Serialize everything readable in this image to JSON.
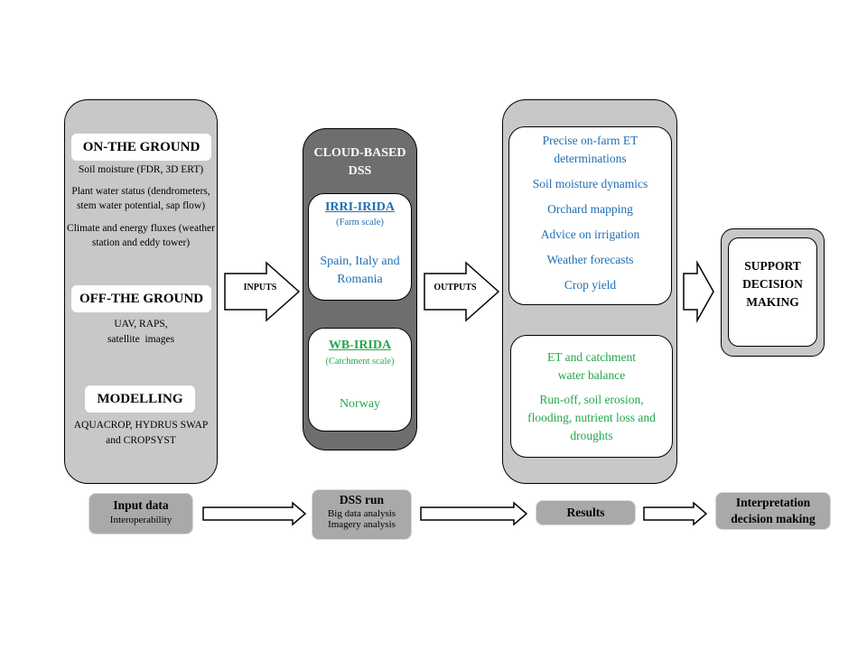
{
  "left_panel": {
    "on_ground": {
      "heading": "ON-THE GROUND",
      "items": [
        "Soil moisture (FDR, 3D ERT)",
        "Plant water status (dendrometers, stem water potential, sap flow)",
        "Climate and energy fluxes (weather station and eddy tower)"
      ]
    },
    "off_ground": {
      "heading": "OFF-THE GROUND",
      "items": [
        "UAV, RAPS,",
        "satellite  images"
      ]
    },
    "modelling": {
      "heading": "MODELLING",
      "items": [
        "AQUACROP, HYDRUS SWAP",
        "and CROPSYST"
      ]
    }
  },
  "arrows": {
    "inputs": "INPUTS",
    "outputs": "OUTPUTS"
  },
  "dss_panel": {
    "title_line1": "CLOUD-BASED",
    "title_line2": "DSS",
    "irri": {
      "name": "IRRI-IRIDA",
      "scale": "(Farm scale)",
      "regions_line1": "Spain, Italy and",
      "regions_line2": "Romania"
    },
    "wb": {
      "name": "WB-IRIDA",
      "scale": "(Catchment scale)",
      "regions": "Norway"
    }
  },
  "results_panel": {
    "top_items": [
      "Precise on-farm ET",
      "determinations",
      "Soil moisture dynamics",
      "Orchard mapping",
      "Advice on irrigation",
      "Weather forecasts",
      "Crop yield"
    ],
    "bottom_items": [
      "ET and catchment",
      "water balance",
      "Run-off, soil erosion,",
      "flooding, nutrient loss and",
      "droughts"
    ]
  },
  "support": {
    "line1": "SUPPORT",
    "line2": "DECISION",
    "line3": "MAKING"
  },
  "bottom_flow": {
    "input": {
      "title": "Input data",
      "sub": "Interoperability"
    },
    "dss": {
      "title": "DSS run",
      "sub1": "Big data analysis",
      "sub2": "Imagery analysis"
    },
    "results": {
      "title": "Results"
    },
    "interp": {
      "line1": "Interpretation",
      "line2": "decision making"
    }
  },
  "colors": {
    "blue_text": "#1f6fb5",
    "green_text": "#22a84a",
    "panel_gray": "#c8c8c8",
    "dss_dark": "#6e6e6e"
  }
}
